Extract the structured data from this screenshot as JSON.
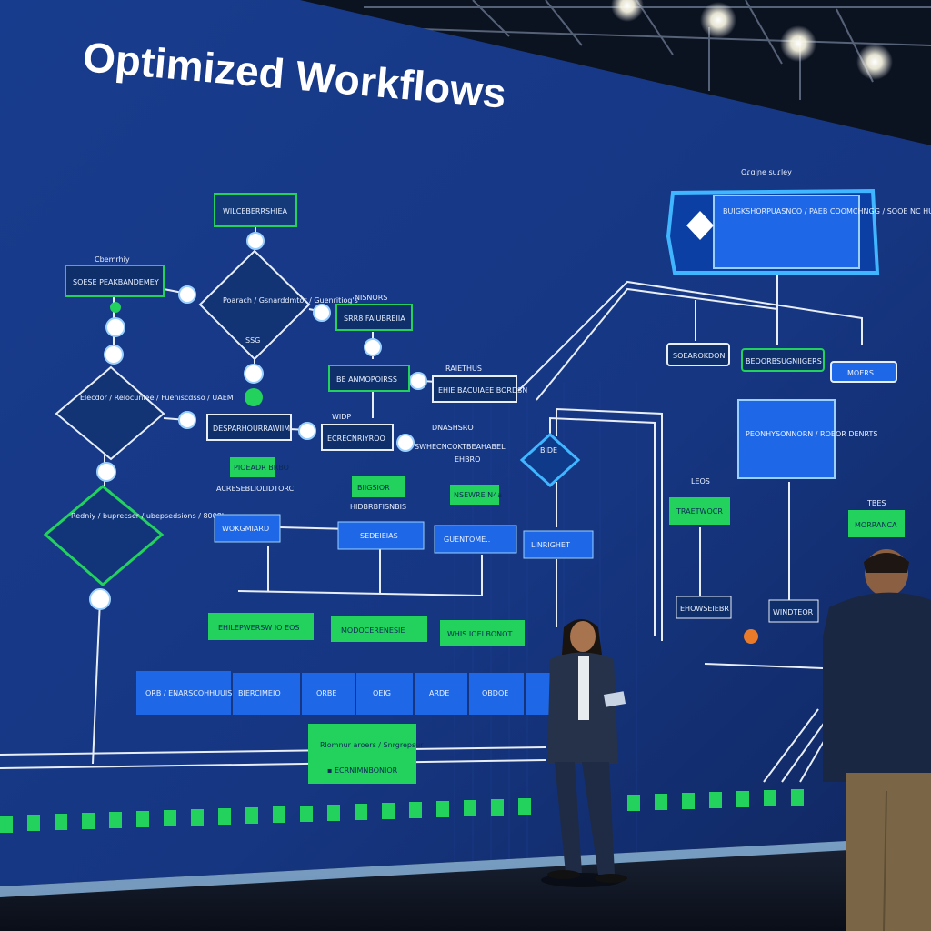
{
  "screen": {
    "title": "Optimized Workflows",
    "corner_label": "Oɾɑiɲe suɾley",
    "labels": {
      "top_box": "WILCEBERRSHIEA",
      "left_note": "Cbemrhiy",
      "left_box": "SOESE PEAKBANDEMEY",
      "diamond1": "Poarach / Gsnarddmtor / Guenritiog's",
      "diamond1_tag": "SSG",
      "nisnors": "NISNORS",
      "mid_box1": "SRR8 FAIUBREIIA",
      "mid_box2": "BE ANMOPOIRSS",
      "raiethus": "RAIETHUS",
      "mid_box3": "EHIE BACUIAEE BORDSN",
      "diamond2": "Elecdor / Relocunlee / Fueniscdsso / UAEM",
      "wide_box": "DESPARHOURRAWIIM",
      "widp": "WIDP",
      "box_ecre": "ECRECNRIYROO",
      "dnashsro": "DNASHSRO",
      "swhene": "SWHECNCOKTBEAHABEL",
      "ehbro": "EHBRO",
      "rhombus_small": "BIDE",
      "diamond3": "Redniy / buprecser / ubepsedsions / 8008I",
      "green_small1": "PIOEADR BRBO",
      "green_small2": "BIIGSIOR",
      "green_small3": "NSEWRE N4a",
      "sub_note1": "ACRESEBLIOLIDTORC",
      "sub_note2": "HIDBRBFISNBIS",
      "blue_bar1": "WOKGMIARD",
      "blue_bar2": "SEDEIEIAS",
      "blue_bar3": "GUENTOME..",
      "blue_bar4": "LINRIGHET",
      "top_panel": "BUIGKSHORPUASNCO / PAEB COOMCHNGG / SOOE NC HUBNIER / VOOEDBLS",
      "right_box1": "SOEAROKDON",
      "right_box2": "BEOORBSUGNIIGERS",
      "right_box3": "MOERS",
      "right_panel": "PEONHYSONNORN / ROEOR DENRTS",
      "tag_leos": "LEOS",
      "tag_tbes": "TBES",
      "right_green1": "TRAETWOCR",
      "right_green2": "MORRANCA",
      "right_blue1": "EHOWSEIEBR",
      "right_blue2": "WINDTEOR",
      "bottom_green1": "EHILEPWERSW IO EOS",
      "bottom_green2": "MODOCERENESIE",
      "bottom_green3": "WHIS IOEI BONOT",
      "row1": "ORB / ENARSCOHHUUIS",
      "row2": "BIERCIMEIO",
      "row3": "ORBE",
      "row4": "OEIG",
      "row5": "ARDE",
      "row6": "OBDOE",
      "center_green": "Rlomnur aroers / Snrgrepsur",
      "foot_note": "▪ ECRNIMNBONIOR"
    }
  },
  "colors": {
    "screen_blue": "#1a3f8f",
    "accent_green": "#20d25c",
    "accent_cyan": "#3fb6ff",
    "box_blue": "#1e67e6",
    "line_white": "#e8eef8"
  }
}
